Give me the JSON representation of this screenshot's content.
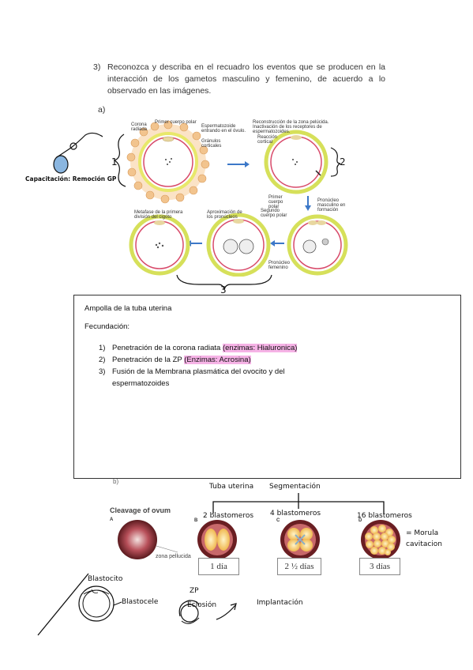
{
  "question": {
    "number": "3)",
    "text": "Reconozca y describa en el recuadro los eventos que se producen en la interacción de los gametos masculino y femenino, de acuerdo a lo observado en las imágenes."
  },
  "section_a_label": "a)",
  "section_b_label": "b)",
  "capacitacion_note": "Capacitación: Remoción GP",
  "hand_numbers": {
    "one": "1",
    "two": "2",
    "three": "3"
  },
  "figure_a": {
    "corona_radiada": "Corona radiada",
    "primer_cuerpo_polar": "Primer cuerpo polar",
    "espermatozoide": "Espermatozoide entrando en el óvulo.",
    "granulos": "Gránulos corticales",
    "reconstruccion": "Reconstrucción de la zona pelúcida. Inactivación de los receptores de espermatozoides.",
    "reaccion_cortical": "Reacción cortical",
    "primer_cuerpo_polar_2": "Primer cuerpo polar",
    "segundo_cuerpo_polar": "Segundo cuerpo polar",
    "pronucleo_masculino": "Pronúcleo masculino en formación",
    "metafase": "Metafase de la primera división del cigoto",
    "aproximacion": "Aproximación de los pronúcleos",
    "pronucleo_femenino": "Pronúcleo femenino"
  },
  "answer_box": {
    "location": "Ampolla de la tuba uterina",
    "heading": "Fecundación:",
    "steps": [
      {
        "n": "1)",
        "text": "Penetración de la corona radiata ",
        "highlight": "(enzimas: Hialuronica)"
      },
      {
        "n": "2)",
        "text": "Penetración de la ZP ",
        "highlight": "(Enzimas: Acrosina)"
      },
      {
        "n": "3)",
        "text": "Fusión de la Membrana plasmática del ovocito y del espermatozoides",
        "highlight": ""
      }
    ]
  },
  "segmentation": {
    "tuba": "Tuba uterina",
    "title": "Segmentación",
    "b2": "2 blastomeros",
    "b4": "4 blastomeros",
    "b16": "16 blastomeros",
    "morula": "= Morula",
    "cavitacion": "cavitacion"
  },
  "figure_b": {
    "title": "Cleavage of ovum",
    "A": "A",
    "B": "B",
    "C": "C",
    "D": "D",
    "zona": "zona pellucida",
    "day1": "1 día",
    "day2": "2 ½ días",
    "day3": "3 días"
  },
  "bottom": {
    "blastocito": "Blastocito",
    "blastocele": "Blastocele",
    "zp": "ZP",
    "eclosion": "Eclosión",
    "implantacion": "Implantación"
  }
}
